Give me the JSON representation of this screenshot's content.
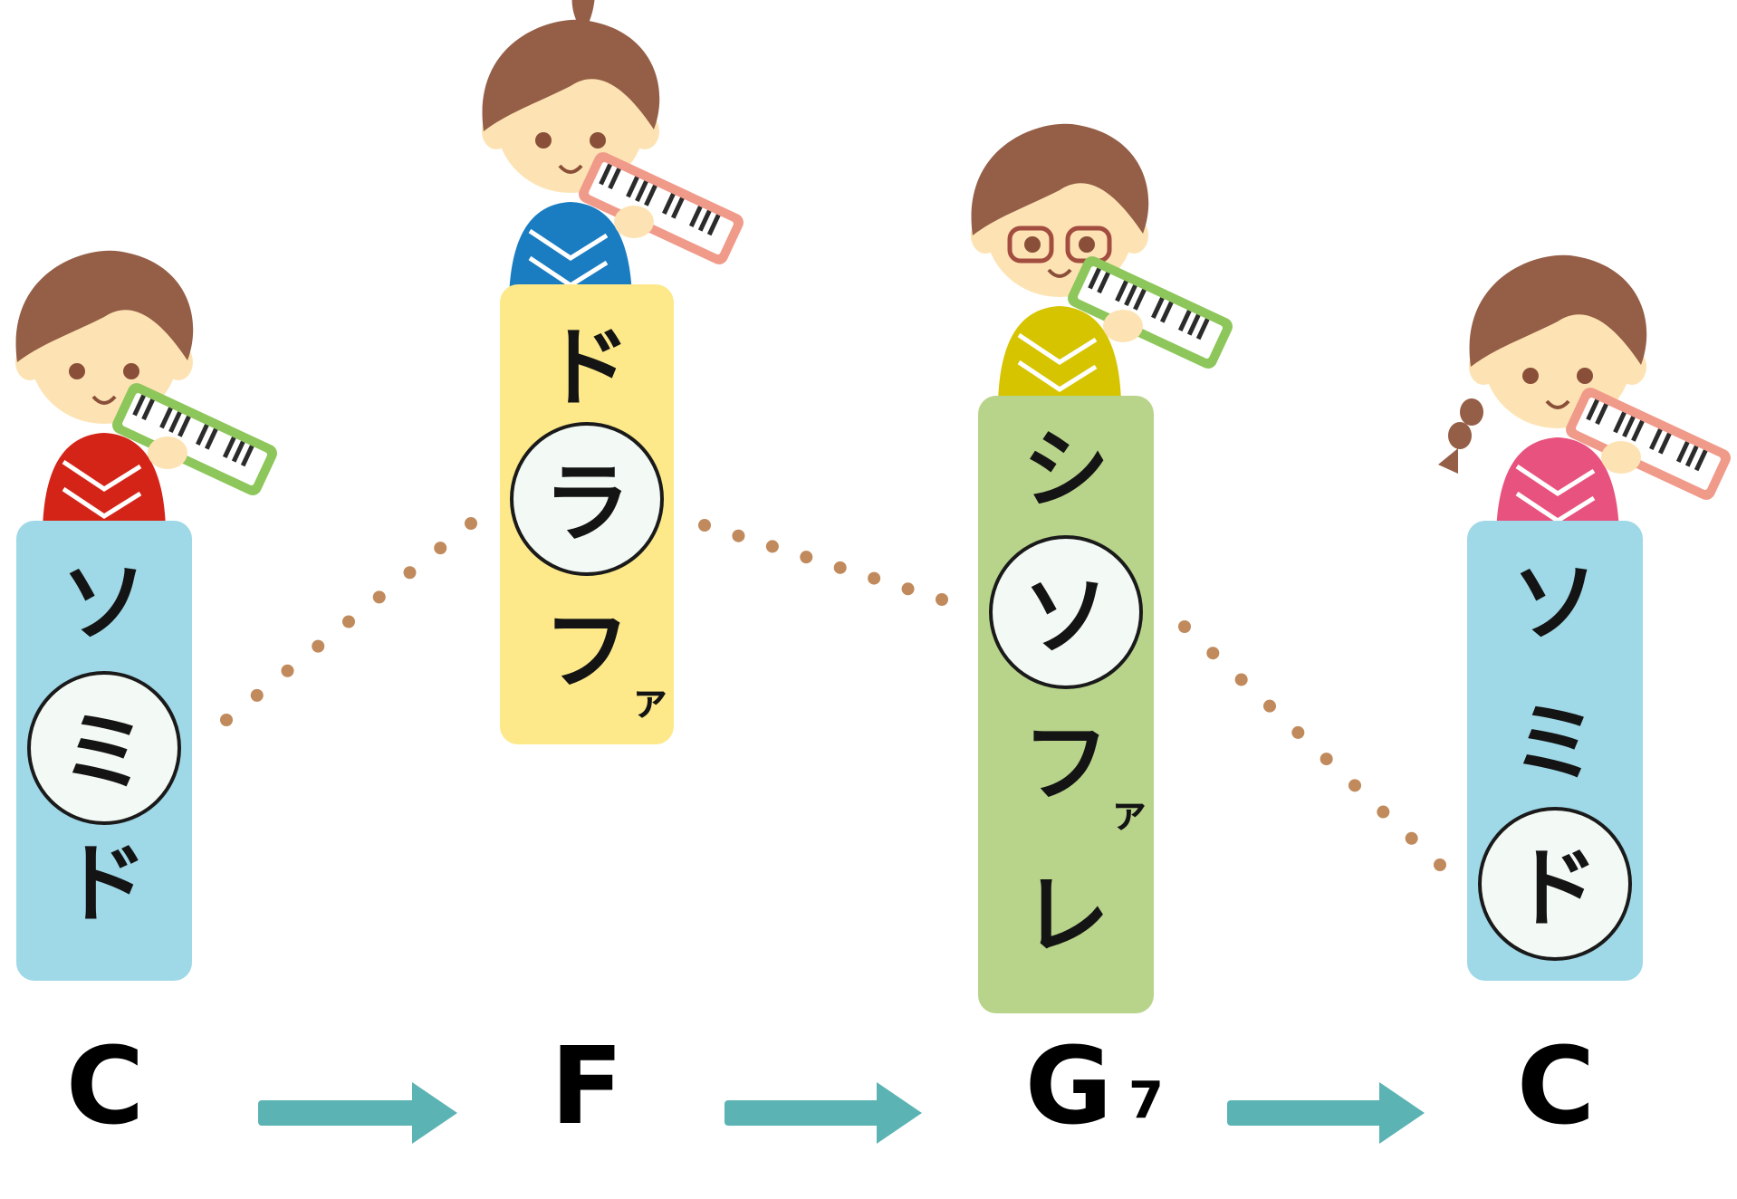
{
  "colors": {
    "col_c": "#9fd8e7",
    "col_f": "#fde98a",
    "col_g7": "#b8d48b",
    "dots": "#c08a5c",
    "arrow": "#5bb3b3",
    "hair": "#945e47",
    "skin": "#fde3b3"
  },
  "columns": [
    {
      "notes": [
        "ソ",
        "ミ",
        "ド"
      ],
      "circled": 1,
      "small": null,
      "chord": "C",
      "chord_sub": ""
    },
    {
      "notes": [
        "ド",
        "ラ",
        "フ"
      ],
      "circled": 1,
      "small": "ァ",
      "chord": "F",
      "chord_sub": ""
    },
    {
      "notes": [
        "シ",
        "ソ",
        "フ",
        "レ"
      ],
      "circled": 1,
      "small": "ァ",
      "chord": "G",
      "chord_sub": "7"
    },
    {
      "notes": [
        "ソ",
        "ミ",
        "ド"
      ],
      "circled": 2,
      "small": null,
      "chord": "C",
      "chord_sub": ""
    }
  ],
  "icons": [
    "child-red-shirt-icon",
    "child-blue-shirt-icon",
    "child-glasses-icon",
    "child-pink-shirt-icon",
    "melodica-icon",
    "arrow-right-icon"
  ]
}
